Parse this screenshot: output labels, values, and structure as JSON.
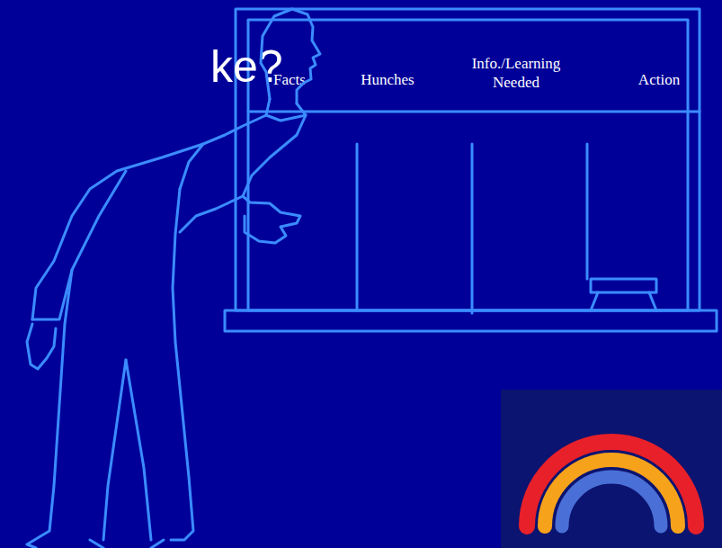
{
  "diagram": {
    "title": "ke?",
    "labels": [
      "Facts",
      "Hunches",
      "Info./Learning Needed",
      "Action"
    ]
  }
}
